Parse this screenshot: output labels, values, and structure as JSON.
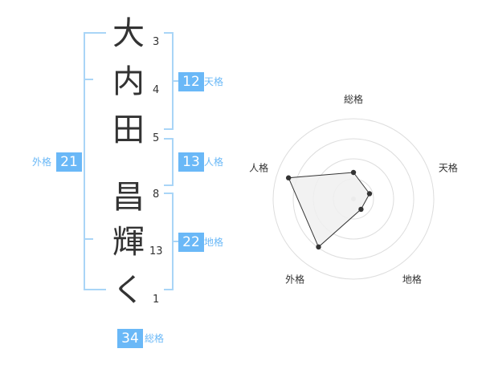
{
  "name_chars": [
    {
      "char": "大",
      "strokes": "3"
    },
    {
      "char": "内",
      "strokes": "4"
    },
    {
      "char": "田",
      "strokes": "5"
    },
    {
      "char": "昌",
      "strokes": "8"
    },
    {
      "char": "輝",
      "strokes": "13"
    },
    {
      "char": "く",
      "strokes": "1"
    }
  ],
  "fortunes": {
    "tenkaku": {
      "value": "12",
      "label": "天格"
    },
    "jinkaku": {
      "value": "13",
      "label": "人格"
    },
    "chikaku": {
      "value": "22",
      "label": "地格"
    },
    "gaikaku": {
      "value": "21",
      "label": "外格"
    },
    "soukaku": {
      "value": "34",
      "label": "総格"
    }
  },
  "chart_data": {
    "type": "radar",
    "axes": [
      "総格",
      "天格",
      "地格",
      "外格",
      "人格"
    ],
    "values": [
      0.33,
      0.21,
      0.16,
      0.74,
      0.85
    ],
    "rings": 4,
    "range": [
      0,
      1
    ],
    "stroke_color": "#333333",
    "fill_color": "#f0f0f0",
    "grid_color": "#dddddd"
  },
  "colors": {
    "accent": "#6ab8f7",
    "bracket": "#a9d5f7"
  }
}
